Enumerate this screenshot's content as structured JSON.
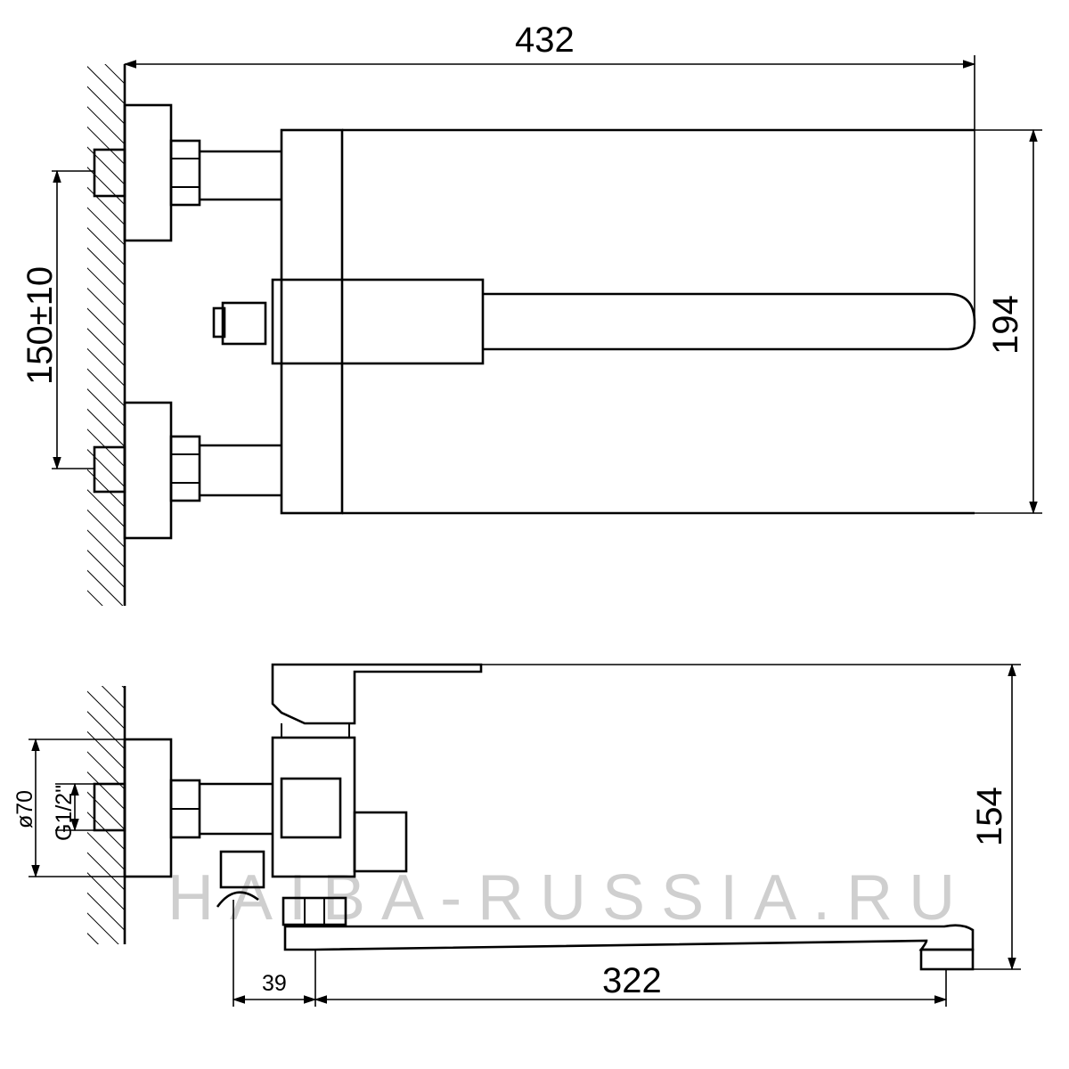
{
  "dimensions": {
    "overall_length": "432",
    "height_top_view": "194",
    "inlet_spacing": "150±10",
    "flange_diameter": "ø70",
    "thread": "G1/2\"",
    "height_side_view": "154",
    "offset": "39",
    "spout_reach": "322"
  },
  "watermark": "HAIBA-RUSSIA.RU",
  "colors": {
    "line": "#000000",
    "watermark": "#cfcfcf",
    "background": "#ffffff"
  }
}
